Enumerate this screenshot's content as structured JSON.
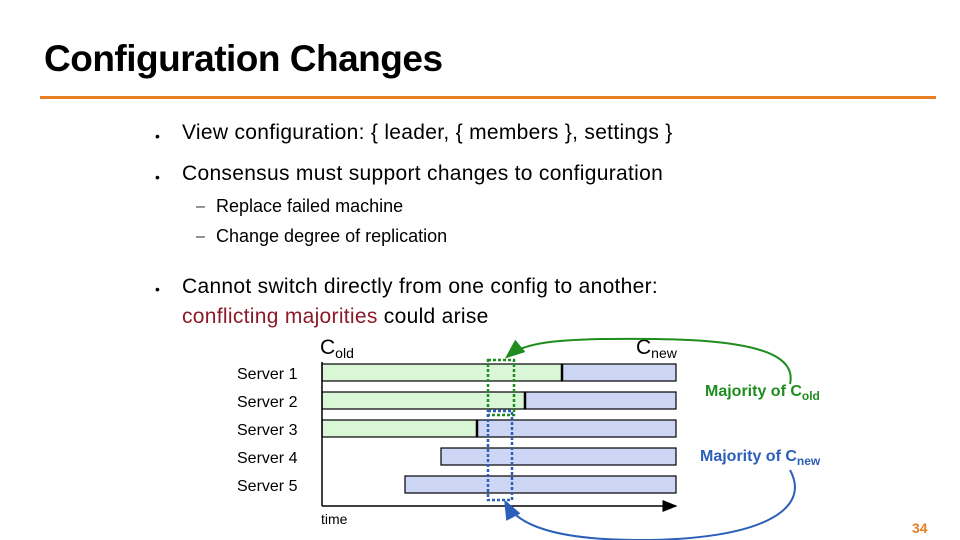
{
  "slide": {
    "title": "Configuration Changes",
    "page_number": "34",
    "accent_color": "#e67e22"
  },
  "bullets": [
    {
      "text": "View configuration: { leader, { members }, settings }"
    },
    {
      "text": "Consensus must support changes to configuration"
    },
    {
      "text_before": "Cannot switch directly from one config to another:",
      "highlight": "conflicting majorities",
      "text_after": " could arise"
    }
  ],
  "sub_bullets": [
    "Replace failed machine",
    "Change degree of replication"
  ],
  "diagram": {
    "c_old": {
      "main": "C",
      "sub": "old"
    },
    "c_new": {
      "main": "C",
      "sub": "new"
    },
    "servers": [
      "Server 1",
      "Server 2",
      "Server 3",
      "Server 4",
      "Server 5"
    ],
    "time_label": "time",
    "majority_old": {
      "main": "Majority of C",
      "sub": "old",
      "color": "#1e8c1e"
    },
    "majority_new": {
      "main": "Majority of C",
      "sub": "new",
      "color": "#2b5fb8"
    },
    "old_bar_color": "#d9f7d6",
    "new_bar_color": "#cdd7f5"
  }
}
